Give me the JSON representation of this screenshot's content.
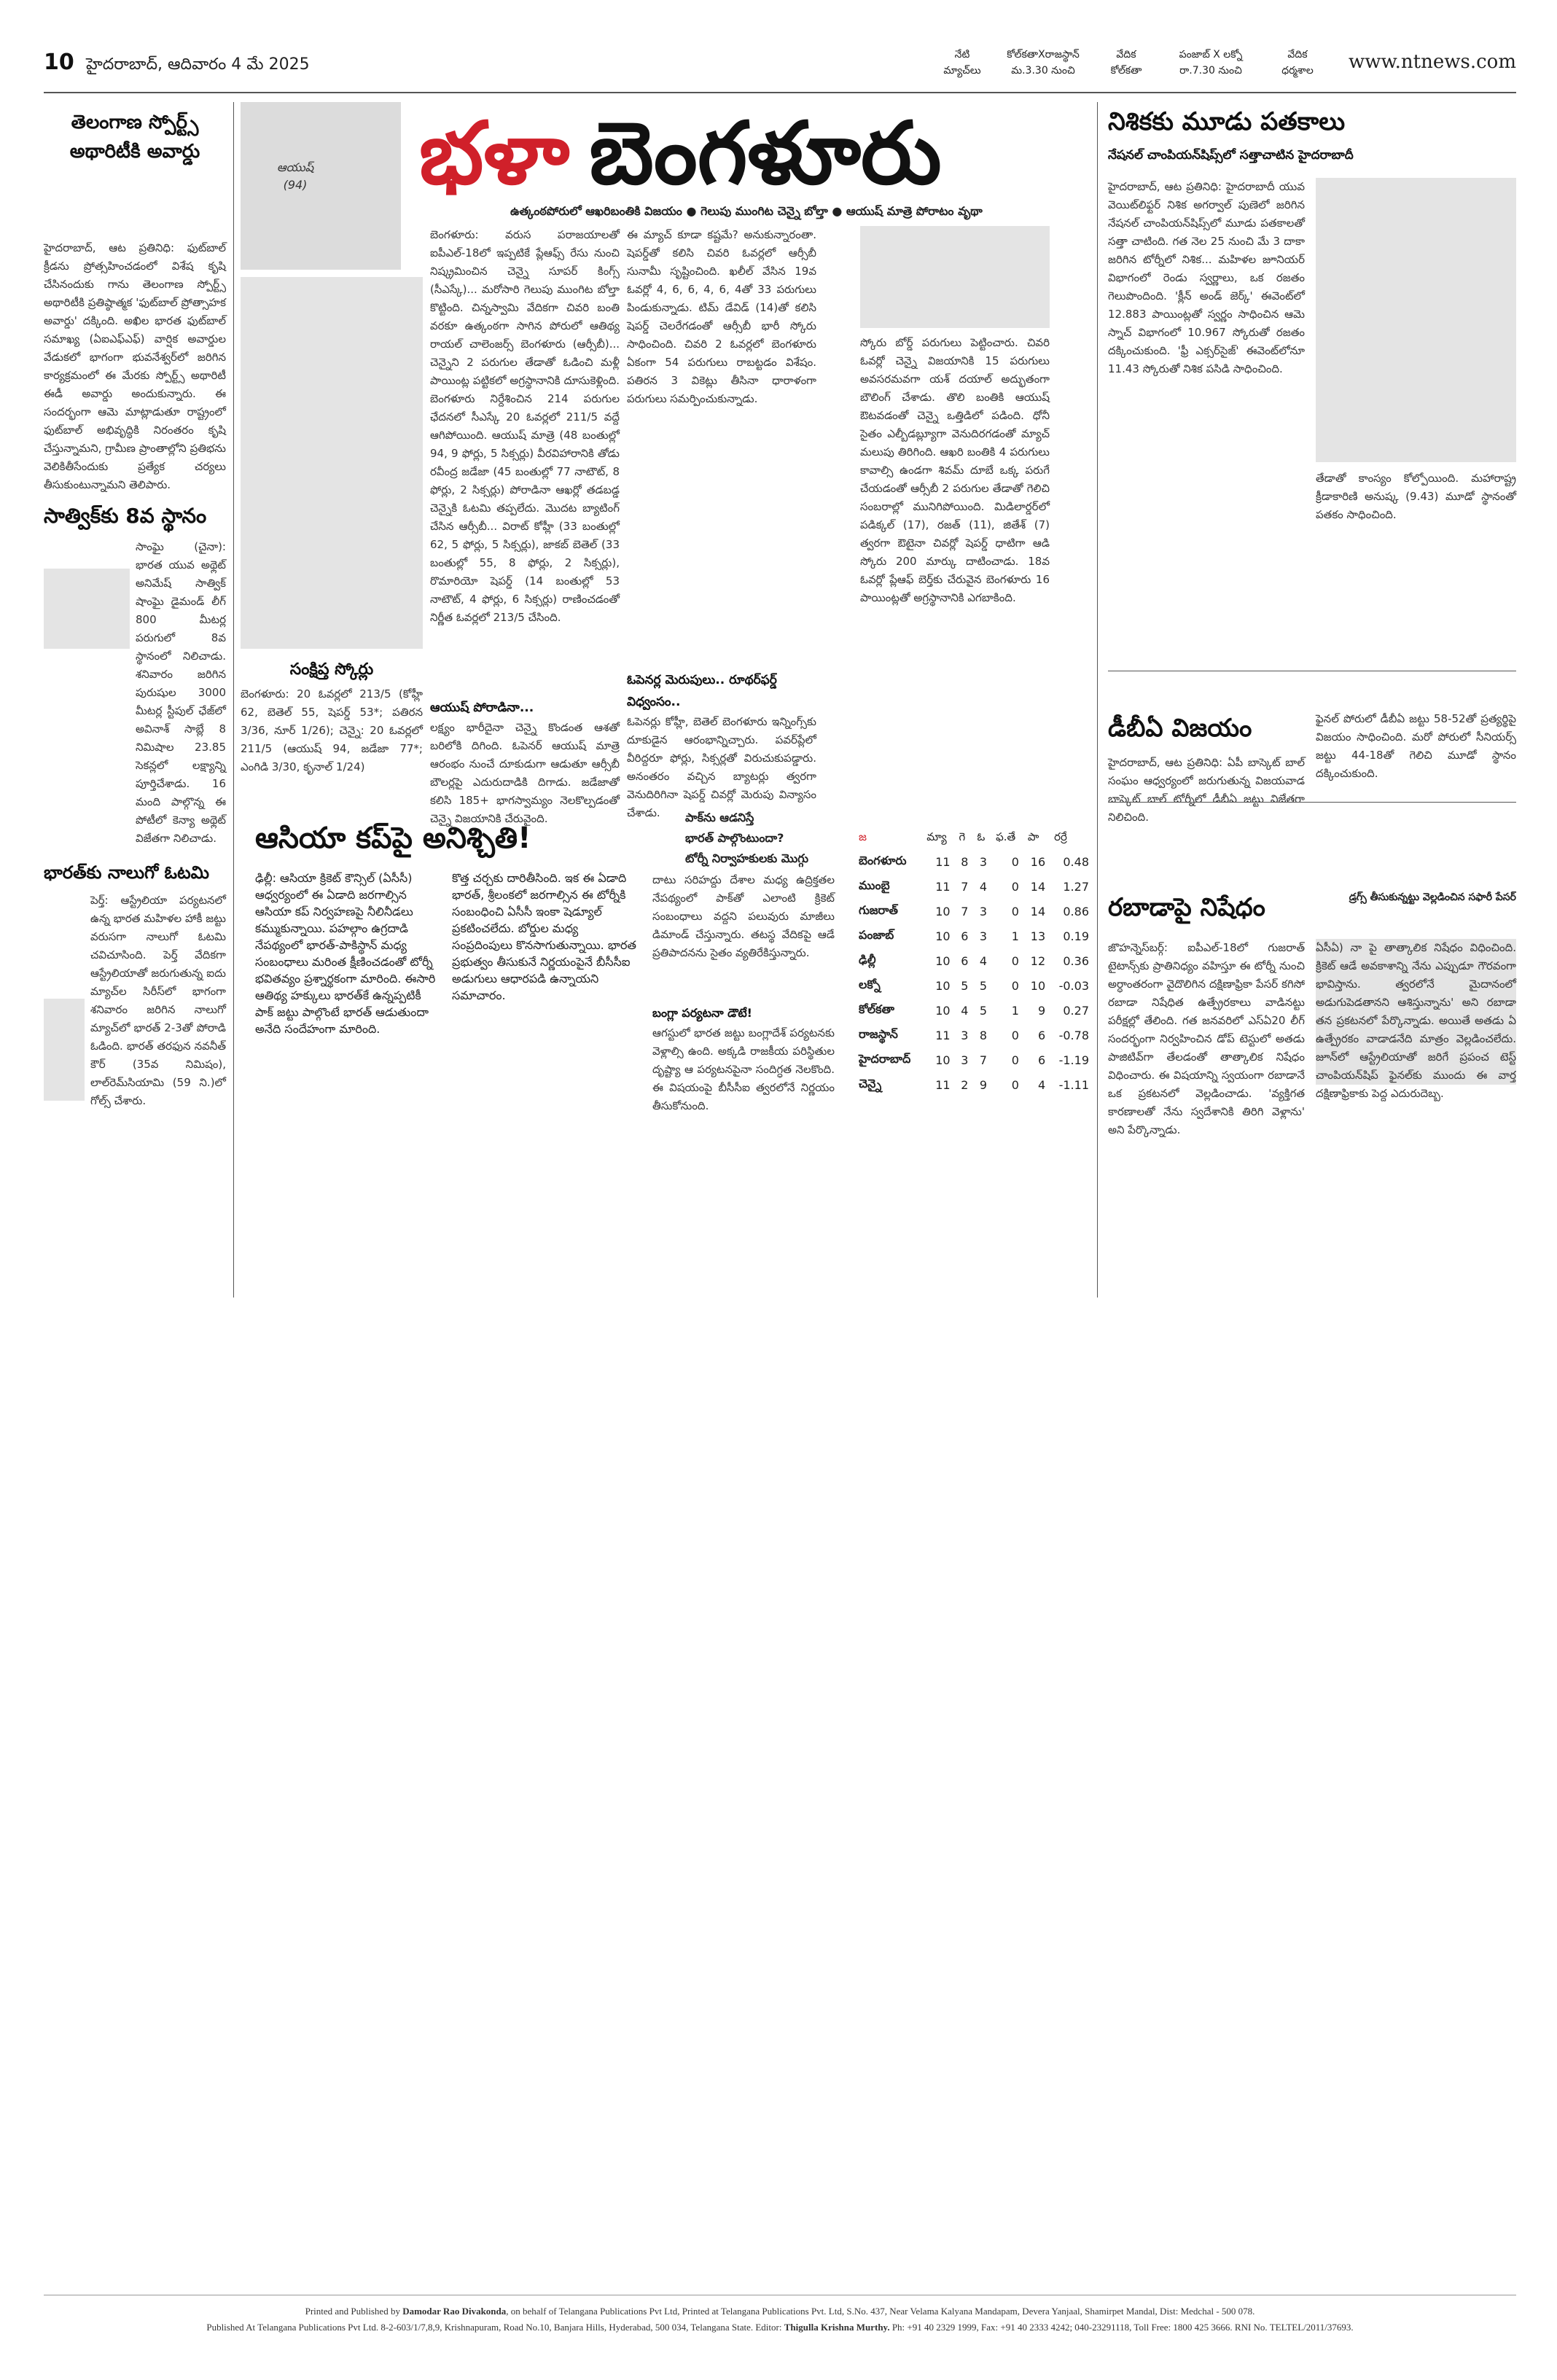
{
  "header": {
    "page_number": "10",
    "dateline": "హైదరాబాద్, ఆదివారం 4 మే 2025",
    "website": "www.ntnews.com",
    "fixtures": {
      "label_col": [
        "నేటి",
        "మ్యాచ్‌లు"
      ],
      "match1": [
        "కోల్‌కతాXరాజస్థాన్",
        "మ.3.30 నుంచి"
      ],
      "venue1": [
        "వేదిక",
        "కోల్‌కతా"
      ],
      "match2": [
        "పంజాబ్ X లక్నో",
        "రా.7.30 నుంచి"
      ],
      "venue2": [
        "వేదిక",
        "ధర్మశాల"
      ]
    }
  },
  "banner": {
    "title_part1": "భళా",
    "title_part2": "బెంగళూరు",
    "tagline": "ఉత్కంఠపోరులో ఆఖరిబంతికి విజయం ● గెలుపు ముంగిట చెన్నై బోల్తా ● ఆయుష్ మాత్రె పోరాటం వృథా",
    "photo_caption": [
      "ఆయుష్",
      "(94)"
    ]
  },
  "col1": {
    "story1_title": "తెలంగాణ స్పోర్ట్స్ అథారిటీకి అవార్డు",
    "story1_body": "హైదరాబాద్, ఆట ప్రతినిధి: ఫుట్‌బాల్ క్రీడను ప్రోత్సహించడంలో విశేష కృషి చేసినందుకు గాను తెలంగాణ స్పోర్ట్స్ అథారిటీకి ప్రతిష్ఠాత్మక 'ఫుట్‌బాల్ ప్రోత్సాహక అవార్డు' దక్కింది. అఖిల భారత ఫుట్‌బాల్ సమాఖ్య (ఏఐఎఫ్‌ఎఫ్) వార్షిక అవార్డుల వేడుకలో భాగంగా భువనేశ్వర్‌లో జరిగిన కార్యక్రమంలో ఈ మేరకు స్పోర్ట్స్ అథారిటీ ఈడీ అవార్డు అందుకున్నారు. ఈ సందర్భంగా ఆమె మాట్లాడుతూ రాష్ట్రంలో ఫుట్‌బాల్ అభివృద్ధికి నిరంతరం కృషి చేస్తున్నామని, గ్రామీణ ప్రాంతాల్లోని ప్రతిభను వెలికితీసేందుకు ప్రత్యేక చర్యలు తీసుకుంటున్నామని తెలిపారు.",
    "story2_title": "సాత్విక్‌కు 8వ స్థానం",
    "story2_body": "సాంఘై (చైనా): భారత యువ అథ్లెట్ అనిమేష్ సాత్విక్ షాంఘై డైమండ్ లీగ్ 800 మీటర్ల పరుగులో 8వ స్థానంలో నిలిచాడు. శనివారం జరిగిన పురుషుల 3000 మీటర్ల స్టీపుల్ ఛేజ్‌లో అవినాశ్ సాబ్లే 8 నిమిషాల 23.85 సెకన్లలో లక్ష్యాన్ని పూర్తిచేశాడు. 16 మంది పాల్గొన్న ఈ పోటీలో కెన్యా అథ్లెట్ విజేతగా నిలిచాడు.",
    "story3_title": "భారత్‌కు నాలుగో ఓటమి",
    "story3_body": "పెర్త్: ఆస్ట్రేలియా పర్యటనలో ఉన్న భారత మహిళల హాకీ జట్టు వరుసగా నాలుగో ఓటమి చవిచూసింది. పెర్త్ వేదికగా ఆస్ట్రేలియాతో జరుగుతున్న ఐదు మ్యాచ్‌ల సిరీస్‌లో భాగంగా శనివారం జరిగిన నాలుగో మ్యాచ్‌లో భారత్ 2-3తో పోరాడి ఓడింది. భారత్ తరఫున నవనీత్ కౌర్ (35వ నిమిషం), లాల్‌రెమ్‌సియామి (59 ని.)లో గోల్స్ చేశారు."
  },
  "col2": {
    "scoreboard_title": "సంక్షిప్త స్కోర్లు",
    "scoreboard_body": "బెంగళూరు: 20 ఓవర్లలో 213/5 (కోహ్లీ 62, బెతెల్ 55, షెపర్డ్ 53*; పతిరన 3/36, నూర్ 1/26); చెన్నై: 20 ఓవర్లలో 211/5 (ఆయుష్ 94, జడేజా 77*; ఎంగిడి 3/30, కృనాల్ 1/24)"
  },
  "col3": {
    "body": "బెంగళూరు: వరుస పరాజయాలతో ఐపీఎల్-18లో ఇప్పటికే ప్లేఆఫ్స్ రేసు నుంచి నిష్క్రమించిన చెన్నై సూపర్ కింగ్స్ (సీఎస్కే)... మరోసారి గెలుపు ముంగిట బోల్తా కొట్టింది. చిన్నస్వామి వేదికగా చివరి బంతి వరకూ ఉత్కంఠగా సాగిన పోరులో ఆతిథ్య రాయల్ చాలెంజర్స్ బెంగళూరు (ఆర్సీబీ)... చెన్నైని 2 పరుగుల తేడాతో ఓడించి మళ్లీ పాయింట్ల పట్టికలో అగ్రస్థానానికి దూసుకెళ్లింది. బెంగళూరు నిర్దేశించిన 214 పరుగుల ఛేదనలో సీఎస్కే 20 ఓవర్లలో 211/5 వద్దే ఆగిపోయింది. ఆయుష్ మాత్రె (48 బంతుల్లో 94, 9 ఫోర్లు, 5 సిక్సర్లు) వీరవిహారానికి తోడు రవీంద్ర జడేజా (45 బంతుల్లో 77 నాటౌట్, 8 ఫోర్లు, 2 సిక్సర్లు) పోరాడినా ఆఖర్లో తడబడ్డ చెన్నైకి ఓటమి తప్పలేదు. మొదట బ్యాటింగ్ చేసిన ఆర్సీబీ... విరాట్ కోహ్లీ (33 బంతుల్లో 62, 5 ఫోర్లు, 5 సిక్సర్లు), జాకబ్ బెతెల్ (33 బంతుల్లో 55, 8 ఫోర్లు, 2 సిక్సర్లు), రొమారియో షెపర్డ్ (14 బంతుల్లో 53 నాటౌట్, 4 ఫోర్లు, 6 సిక్సర్లు) రాణించడంతో నిర్ణీత ఓవర్లలో 213/5 చేసింది.",
    "subhead": "ఆయుష్ పోరాడినా...",
    "body2": "లక్ష్యం భారీదైనా చెన్నై కొండంత ఆశతో బరిలోకి దిగింది. ఓపెనర్ ఆయుష్ మాత్రె ఆరంభం నుంచే దూకుడుగా ఆడుతూ ఆర్సీబీ బౌలర్లపై ఎదురుదాడికి దిగాడు. జడేజాతో కలిసి 185+ భాగస్వామ్యం నెలకొల్పడంతో చెన్నై విజయానికి చేరువైంది."
  },
  "col4": {
    "body": "ఈ మ్యాచ్ కూడా కష్టమే? అనుకున్నారంతా. షెపర్డ్‌తో కలిసి చివరి ఓవర్లలో ఆర్సీబీ సునామీ సృష్టించింది. ఖలీల్ వేసిన 19వ ఓవర్లో 4, 6, 6, 4, 6, 4తో 33 పరుగులు పిండుకున్నాడు. టిమ్ డేవిడ్ (14)తో కలిసి షెపర్డ్ చెలరేగడంతో ఆర్సీబీ భారీ స్కోరు సాధించింది. చివరి 2 ఓవర్లలో బెంగళూరు ఏకంగా 54 పరుగులు రాబట్టడం విశేషం. పతిరన 3 వికెట్లు తీసినా ధారాళంగా పరుగులు సమర్పించుకున్నాడు.",
    "subhead": "ఓపెనర్ల మెరుపులు.. రూథర్‌ఫర్డ్ విధ్వంసం..",
    "body2": "ఓపెనర్లు కోహ్లీ, బెతెల్ బెంగళూరు ఇన్నింగ్స్‌కు దూకుడైన ఆరంభాన్నిచ్చారు. పవర్‌ప్లేలో వీరిద్దరూ ఫోర్లు, సిక్సర్లతో విరుచుకుపడ్డారు. అనంతరం వచ్చిన బ్యాటర్లు త్వరగా వెనుదిరిగినా షెపర్డ్ చివర్లో మెరుపు విన్యాసం చేశాడు."
  },
  "col5": {
    "body": "స్కోరు బోర్డ్ పరుగులు పెట్టించారు. చివరి ఓవర్లో చెన్నై విజయానికి 15 పరుగులు అవసరమవగా యశ్ దయాల్ అద్భుతంగా బౌలింగ్ చేశాడు. తొలి బంతికి ఆయుష్ ఔటవడంతో చెన్నై ఒత్తిడిలో పడింది. ధోనీ సైతం ఎల్బీడబ్ల్యూగా వెనుదిరగడంతో మ్యాచ్ మలుపు తిరిగింది. ఆఖరి బంతికి 4 పరుగులు కావాల్సి ఉండగా శివమ్ దూబే ఒక్క పరుగే చేయడంతో ఆర్సీబీ 2 పరుగుల తేడాతో గెలిచి సంబరాల్లో మునిగిపోయింది. మిడిలార్డర్‌లో పడిక్కల్ (17), రజత్ (11), జితేశ్ (7) త్వరగా ఔటైనా చివర్లో షెపర్డ్ ధాటిగా ఆడి స్కోరు 200 మార్కు దాటించాడు. 18వ ఓవర్లో ప్లేఆఫ్ బెర్త్‌కు చేరువైన బెంగళూరు 16 పాయింట్లతో అగ్రస్థానానికి ఎగబాకింది."
  },
  "col6": {
    "story1_title": "నిశికకు మూడు పతకాలు",
    "story1_subtitle": "నేషనల్ చాంపియన్‌షిప్స్‌లో సత్తాచాటిన హైదరాబాదీ",
    "story1_body_a": "హైదరాబాద్, ఆట ప్రతినిధి: హైదరాబాదీ యువ వెయిట్‌లిఫ్టర్ నిశిక అగర్వాల్ పుణెలో జరిగిన నేషనల్ చాంపియన్‌షిప్స్‌లో మూడు పతకాలతో సత్తా చాటింది. గత నెల 25 నుంచి మే 3 దాకా జరిగిన టోర్నీలో నిశిక... మహిళల జూనియర్ విభాగంలో రెండు స్వర్ణాలు, ఒక రజతం గెలుపొందింది. 'క్లీన్ అండ్ జెర్క్' ఈవెంట్‌లో 12.883 పాయింట్లతో స్వర్ణం సాధించిన ఆమె స్నాచ్ విభాగంలో 10.967 స్కోరుతో రజతం దక్కించుకుంది. 'ఫ్రీ ఎక్సర్‌సైజ్' ఈవెంట్‌లోనూ 11.43 స్కోరుతో నిశిక పసిడి సాధించింది.",
    "story1_body_b": "తేడాతో కాంస్యం కోల్పోయింది. మహారాష్ట్ర క్రీడాకారిణి అనుష్క (9.43) మూడో స్థానంతో పతకం సాధించింది.",
    "story2_title": "డీబీఏ విజయం",
    "story2_body_a": "హైదరాబాద్, ఆట ప్రతినిధి: ఏపీ బాస్కెట్ బాల్ సంఘం ఆధ్వర్యంలో జరుగుతున్న విజయవాడ బాస్కెట్ బాల్ టోర్నీలో డీబీఏ జట్టు విజేతగా నిలిచింది.",
    "story2_body_b": "ఫైనల్ పోరులో డీబీఏ జట్టు 58-52తో ప్రత్యర్థిపై విజయం సాధించింది. మరో పోరులో సీనియర్స్ జట్టు 44-18తో గెలిచి మూడో స్థానం దక్కించుకుంది.",
    "story3_title": "రబాడాపై నిషేధం",
    "story3_kicker": "డ్రగ్స్ తీసుకున్నట్టు వెల్లడించిన సఫారీ పేసర్",
    "story3_body_a": "జొహన్నెస్‌బర్గ్: ఐపీఎల్-18లో గుజరాత్ టైటాన్స్‌కు ప్రాతినిధ్యం వహిస్తూ ఈ టోర్నీ నుంచి అర్ధాంతరంగా వైదొలిగిన దక్షిణాఫ్రికా పేసర్ కగిసో రబాడా నిషేధిత ఉత్ప్రేరకాలు వాడినట్టు పరీక్షల్లో తేలింది. గత జనవరిలో ఎస్ఏ20 లీగ్ సందర్భంగా నిర్వహించిన డోప్ టెస్టులో అతడు పాజిటివ్‌గా తేలడంతో తాత్కాలిక నిషేధం విధించారు. ఈ విషయాన్ని స్వయంగా రబాడానే ఒక ప్రకటనలో వెల్లడించాడు. 'వ్యక్తిగత కారణాలతో నేను స్వదేశానికి తిరిగి వెళ్లాను' అని పేర్కొన్నాడు.",
    "story3_body_b": "ఏసీఏ) నా పై తాత్కాలిక నిషేధం విధించింది. క్రికెట్ ఆడే అవకాశాన్ని నేను ఎప్పుడూ గౌరవంగా భావిస్తాను. త్వరలోనే మైదానంలో అడుగుపెడతానని ఆశిస్తున్నాను' అని రబాడా తన ప్రకటనలో పేర్కొన్నాడు. అయితే అతడు ఏ ఉత్ప్రేరకం వాడాడనేది మాత్రం వెల్లడించలేదు. జూన్‌లో ఆస్ట్రేలియాతో జరిగే ప్రపంచ టెస్ట్ చాంపియన్‌షిప్ ఫైనల్‌కు ముందు ఈ వార్త దక్షిణాఫ్రికాకు పెద్ద ఎదురుదెబ్బ."
  },
  "asia_cup": {
    "title": "ఆసియా కప్‌పై అనిశ్చితి!",
    "kicker1": "పాక్‌ను ఆడనిస్తే",
    "kicker2": "భారత్ పాల్గొంటుందా?",
    "kicker3": "టోర్నీ నిర్వాహకులకు మొగ్గు",
    "col_a": "ఢిల్లీ: ఆసియా క్రికెట్ కౌన్సిల్ (ఏసీసీ) ఆధ్వర్యంలో ఈ ఏడాది జరగాల్సిన ఆసియా కప్ నిర్వహణపై నీలినీడలు కమ్ముకున్నాయి. పహల్గాం ఉగ్రదాడి నేపథ్యంలో భారత్-పాకిస్థాన్ మధ్య సంబంధాలు మరింత క్షీణించడంతో టోర్నీ భవితవ్యం ప్రశ్నార్థకంగా మారింది. ఈసారి ఆతిథ్య హక్కులు భారత్‌కే ఉన్నప్పటికీ పాక్ జట్టు పాల్గొంటే భారత్ ఆడుతుందా అనేది సందేహంగా మారింది.",
    "col_b": "కొత్త చర్చకు దారితీసింది. ఇక ఈ ఏడాది భారత్, శ్రీలంకలో జరగాల్సిన ఈ టోర్నీకి సంబంధించి ఏసీసీ ఇంకా షెడ్యూల్ ప్రకటించలేదు. బోర్డుల మధ్య సంప్రదింపులు కొనసాగుతున్నాయి. భారత ప్రభుత్వం తీసుకునే నిర్ణయంపైనే బీసీసీఐ అడుగులు ఆధారపడి ఉన్నాయని సమాచారం.",
    "col_c": "దాటు సరిహద్దు దేశాల మధ్య ఉద్రిక్తతల నేపథ్యంలో పాక్‌తో ఎలాంటి క్రికెట్ సంబంధాలు వద్దని పలువురు మాజీలు డిమాండ్ చేస్తున్నారు. తటస్థ వేదికపై ఆడే ప్రతిపాదనను సైతం వ్యతిరేకిస్తున్నారు.",
    "subhead": "బంగ్లా పర్యటనా డౌటే!",
    "col_c2": "ఆగస్టులో భారత జట్టు బంగ్లాదేశ్ పర్యటనకు వెళ్లాల్సి ఉంది. అక్కడి రాజకీయ పరిస్థితుల దృష్ట్యా ఆ పర్యటనపైనా సందిగ్ధత నెలకొంది. ఈ విషయంపై బీసీసీఐ త్వరలోనే నిర్ణయం తీసుకోనుంది."
  },
  "points_table": {
    "headers": [
      "జ",
      "మ్యా",
      "గె",
      "ఓ",
      "ఫ.తే",
      "పా",
      "రర్రే"
    ],
    "rows": [
      {
        "team": "బెంగళూరు",
        "m": "11",
        "w": "8",
        "l": "3",
        "nr": "0",
        "p": "16",
        "nrr": "0.48"
      },
      {
        "team": "ముంబై",
        "m": "11",
        "w": "7",
        "l": "4",
        "nr": "0",
        "p": "14",
        "nrr": "1.27"
      },
      {
        "team": "గుజరాత్",
        "m": "10",
        "w": "7",
        "l": "3",
        "nr": "0",
        "p": "14",
        "nrr": "0.86"
      },
      {
        "team": "పంజాబ్",
        "m": "10",
        "w": "6",
        "l": "3",
        "nr": "1",
        "p": "13",
        "nrr": "0.19"
      },
      {
        "team": "ఢిల్లీ",
        "m": "10",
        "w": "6",
        "l": "4",
        "nr": "0",
        "p": "12",
        "nrr": "0.36"
      },
      {
        "team": "లక్నో",
        "m": "10",
        "w": "5",
        "l": "5",
        "nr": "0",
        "p": "10",
        "nrr": "-0.03"
      },
      {
        "team": "కోల్‌కతా",
        "m": "10",
        "w": "4",
        "l": "5",
        "nr": "1",
        "p": "9",
        "nrr": "0.27"
      },
      {
        "team": "రాజస్థాన్",
        "m": "11",
        "w": "3",
        "l": "8",
        "nr": "0",
        "p": "6",
        "nrr": "-0.78"
      },
      {
        "team": "హైదరాబాద్",
        "m": "10",
        "w": "3",
        "l": "7",
        "nr": "0",
        "p": "6",
        "nrr": "-1.19"
      },
      {
        "team": "చెన్నై",
        "m": "11",
        "w": "2",
        "l": "9",
        "nr": "0",
        "p": "4",
        "nrr": "-1.11"
      }
    ]
  },
  "footer": {
    "line1_a": "Printed and Published by ",
    "line1_name": "Damodar Rao Divakonda",
    "line1_b": ", on behalf of Telangana Publications Pvt Ltd, Printed at Telangana Publications Pvt. Ltd, S.No. 437, Near Velama Kalyana Mandapam, Devera Yanjaal, Shamirpet Mandal, Dist: Medchal - 500 078.",
    "line2_a": "Published At Telangana Publications Pvt Ltd. 8-2-603/1/7,8,9, Krishnapuram, Road No.10, Banjara Hills, Hyderabad, 500 034, Telangana State.   Editor: ",
    "line2_name": "Thigulla Krishna Murthy.",
    "line2_b": " Ph: +91 40 2329 1999, Fax: +91 40 2333 4242; 040-23291118, Toll Free: 1800 425 3666. RNI No. TELTEL/2011/37693."
  }
}
